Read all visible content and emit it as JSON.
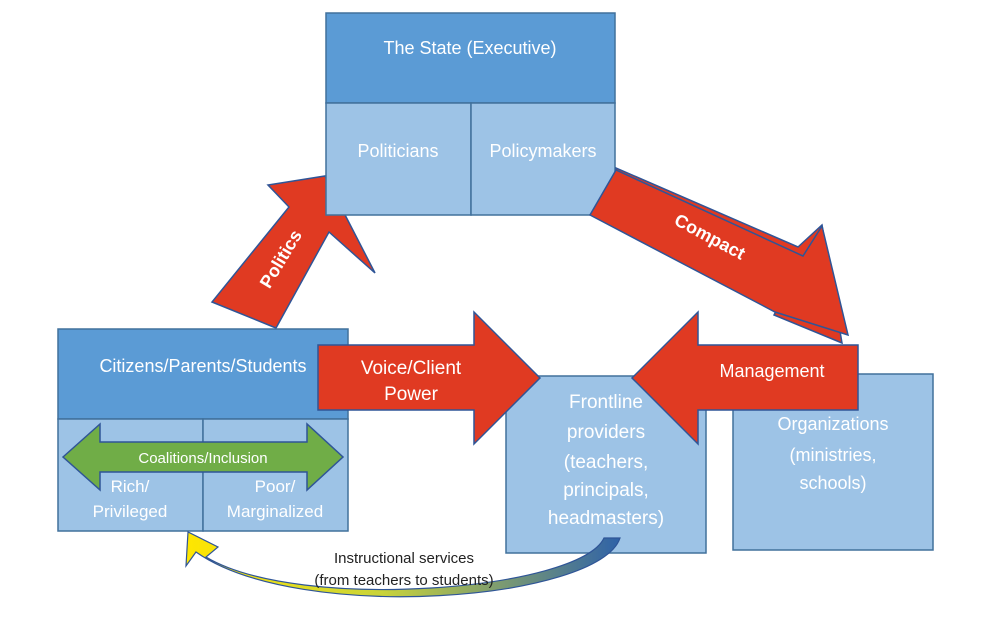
{
  "state": {
    "title": "The State (Executive)",
    "left_cell": "Politicians",
    "right_cell": "Policymakers"
  },
  "citizens": {
    "title": "Citizens/Parents/Students",
    "left_cell": [
      "Rich/",
      "Privileged"
    ],
    "right_cell": [
      "Poor/",
      "Marginalized"
    ],
    "coalition_label": "Coalitions/Inclusion"
  },
  "frontline": {
    "lines": [
      "Frontline",
      "providers",
      "(teachers,",
      "principals,",
      "headmasters)"
    ]
  },
  "organizations": {
    "lines": [
      "Organizations",
      "(ministries,",
      "schools)"
    ]
  },
  "arrows": {
    "politics": "Politics",
    "compact": "Compact",
    "voice": [
      "Voice/Client",
      "Power"
    ],
    "management": "Management"
  },
  "services": {
    "lines": [
      "Instructional services",
      "(from teachers to students)"
    ]
  },
  "colors": {
    "box_dark": "#5b9bd5",
    "box_light": "#9dc3e6",
    "box_border": "#41719c",
    "arrow_red": "#e03a22",
    "arrow_green": "#70ad47",
    "curve_yellow": "#ffe600"
  }
}
